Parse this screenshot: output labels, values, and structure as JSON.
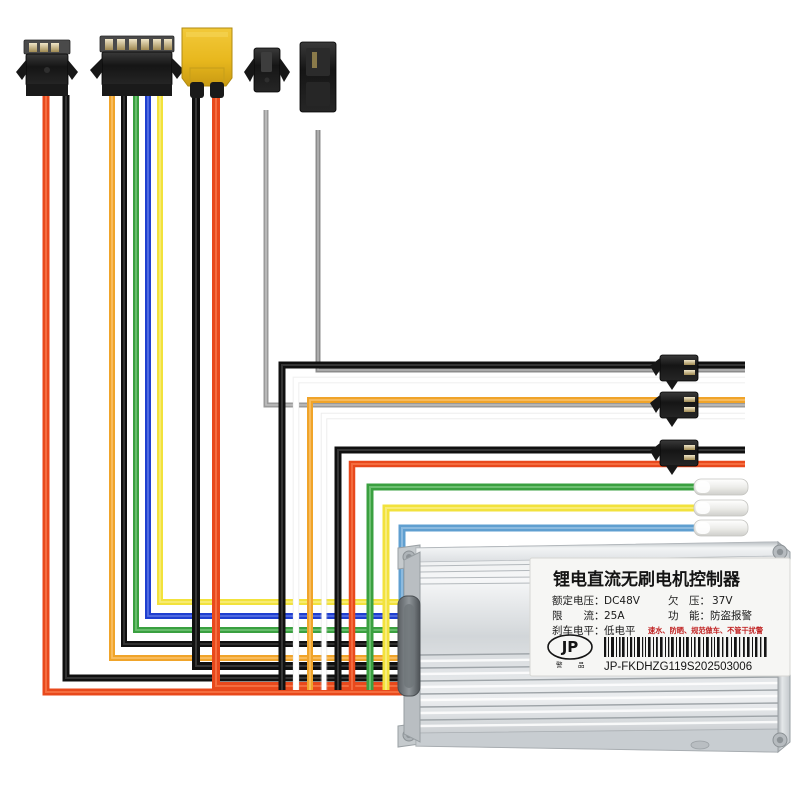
{
  "product": {
    "name": "锂电直流无刷电机控制器",
    "type": "brushless-dc-motor-controller",
    "housing_color": "#cfd2d4",
    "background": "#ffffff"
  },
  "label": {
    "title": "锂电直流无刷电机控制器",
    "specs": [
      {
        "key": "额定电压：",
        "value": "DC48V"
      },
      {
        "key": "欠　压：",
        "value": "37V"
      },
      {
        "key": "限　　流：",
        "value": "25A"
      },
      {
        "key": "功　能：",
        "value": "防盗报警"
      },
      {
        "key": "刹车电平：",
        "value": "低电平"
      }
    ],
    "spec_rows": [
      {
        "left_key": "额定电压：",
        "left_value": "DC48V",
        "right_key": "欠　压：",
        "right_value": "37V"
      },
      {
        "left_key": "限　　流：",
        "left_value": "25A",
        "right_key": "功　能：",
        "right_value": "防盗报警"
      },
      {
        "left_key": "刹车电平：",
        "left_value": "低电平",
        "right_key": "",
        "right_value": ""
      }
    ],
    "warning_text": "速水、防晒、规范做车、不管干扰警",
    "logo_text": "JP",
    "logo_sub_left": "警",
    "logo_sub_right": "品",
    "serial": "JP-FKDHZG119S202503006",
    "background": "#f4f4f2",
    "text_color": "#1a1a1a",
    "warning_color": "#c02020"
  },
  "connectors": {
    "top": [
      {
        "id": "connector-3pin-throttle",
        "name": "3-pin connector",
        "pins": 3,
        "body_color": "#1c1c1c",
        "wires": [
          "#e8491c",
          "#f0a42a",
          "#101010"
        ]
      },
      {
        "id": "connector-6pin-hall",
        "name": "6-pin hall sensor connector",
        "pins": 6,
        "body_color": "#1c1c1c",
        "wires": [
          "#f0a42a",
          "#f2c53c",
          "#101010",
          "#3aa040",
          "#1f3fd0",
          "#f2e23c"
        ]
      },
      {
        "id": "connector-xt60-power",
        "name": "XT60 power connector",
        "pins": 2,
        "body_color": "#e8b81e",
        "wires": [
          "#101010",
          "#e8491c"
        ]
      },
      {
        "id": "connector-gray-a",
        "name": "2-pin gray connector",
        "pins": 2,
        "body_color": "#1c1c1c",
        "wires": [
          "#8c8c8c"
        ]
      },
      {
        "id": "connector-gray-b",
        "name": "2-pin gray connector",
        "pins": 2,
        "body_color": "#1c1c1c",
        "wires": [
          "#9a9a9a"
        ]
      }
    ],
    "right": [
      {
        "id": "connector-out-white",
        "name": "2-pin output connector",
        "body_color": "#1c1c1c",
        "wires": [
          "#cccccc",
          "#ffffff"
        ]
      },
      {
        "id": "connector-out-yellow",
        "name": "2-pin output connector",
        "body_color": "#1c1c1c",
        "wires": [
          "#f0a42a",
          "#ffffff"
        ]
      },
      {
        "id": "connector-out-red",
        "name": "2-pin output connector",
        "body_color": "#1c1c1c",
        "wires": [
          "#e8491c",
          "#ffffff"
        ]
      },
      {
        "id": "bullet-green",
        "name": "bullet phase connector",
        "body_color": "#f2f2f0",
        "wires": [
          "#3aa040"
        ]
      },
      {
        "id": "bullet-yellow",
        "name": "bullet phase connector",
        "body_color": "#f2f2f0",
        "wires": [
          "#f2e23c"
        ]
      },
      {
        "id": "bullet-blue",
        "name": "bullet phase connector",
        "body_color": "#f2f2f0",
        "wires": [
          "#5f9fd0"
        ]
      }
    ]
  },
  "wire_colors": {
    "red": "#e8491c",
    "black": "#101010",
    "orange": "#f0a42a",
    "yellow": "#f2e23c",
    "green": "#3aa040",
    "blue": "#1f3fd0",
    "lightblue": "#5f9fd0",
    "gray": "#8c8c8c",
    "white": "#ffffff"
  }
}
